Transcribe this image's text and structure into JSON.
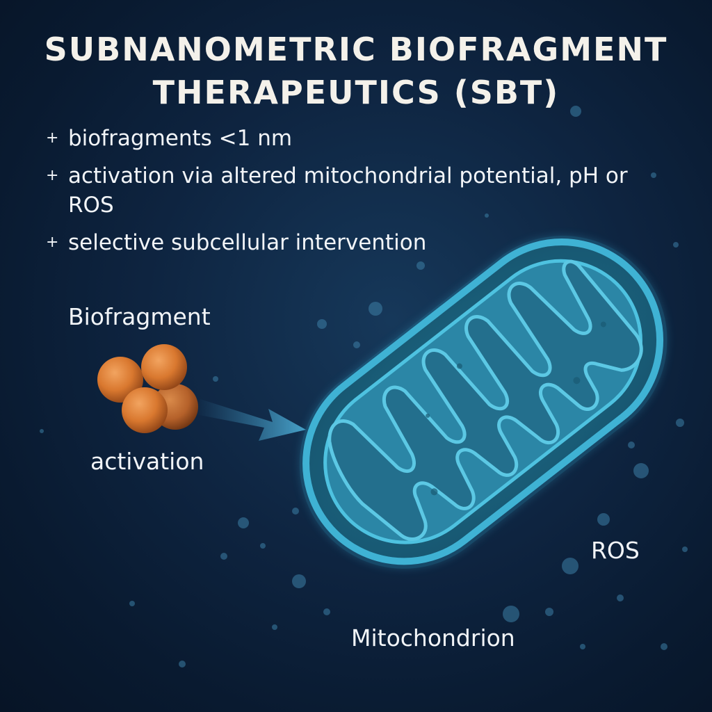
{
  "title": {
    "line1": "SUBNANOMETRIC BIOFRAGMENT",
    "line2": "THERAPEUTICS (SBT)"
  },
  "bullets": [
    {
      "marker": "+",
      "text": "biofragments <1 nm"
    },
    {
      "marker": "+",
      "text": "activation via altered mitochondrial potential, pH or ROS"
    },
    {
      "marker": "+",
      "text": "selective subcellular intervention"
    }
  ],
  "labels": {
    "biofragment": "Biofragment",
    "activation": "activation",
    "ros": "ROS",
    "mitochondrion": "Mitochondrion"
  },
  "colors": {
    "background": "#0b1d36",
    "mitochondrion": "#2f9fc0",
    "biofragment": "#d9782f",
    "text": "#f2f5f8"
  },
  "icons": [
    "biofragment-cluster",
    "arrow-right-icon",
    "mitochondrion-illustration",
    "particle-dots"
  ]
}
